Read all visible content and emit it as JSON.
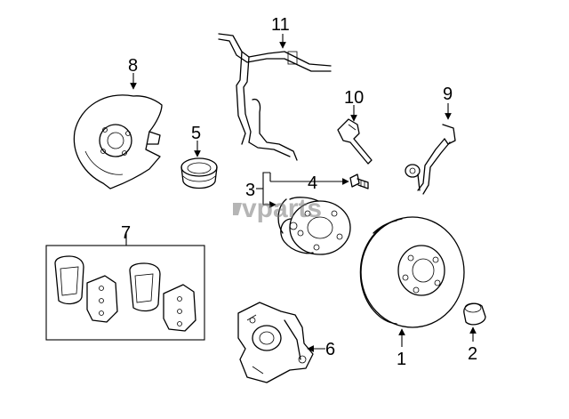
{
  "watermark": {
    "text": "vparts",
    "color": "#8a8a8a"
  },
  "callouts": [
    "1",
    "2",
    "3",
    "4",
    "5",
    "6",
    "7",
    "8",
    "9",
    "10",
    "11"
  ],
  "colors": {
    "line": "#000000",
    "background": "#ffffff"
  }
}
